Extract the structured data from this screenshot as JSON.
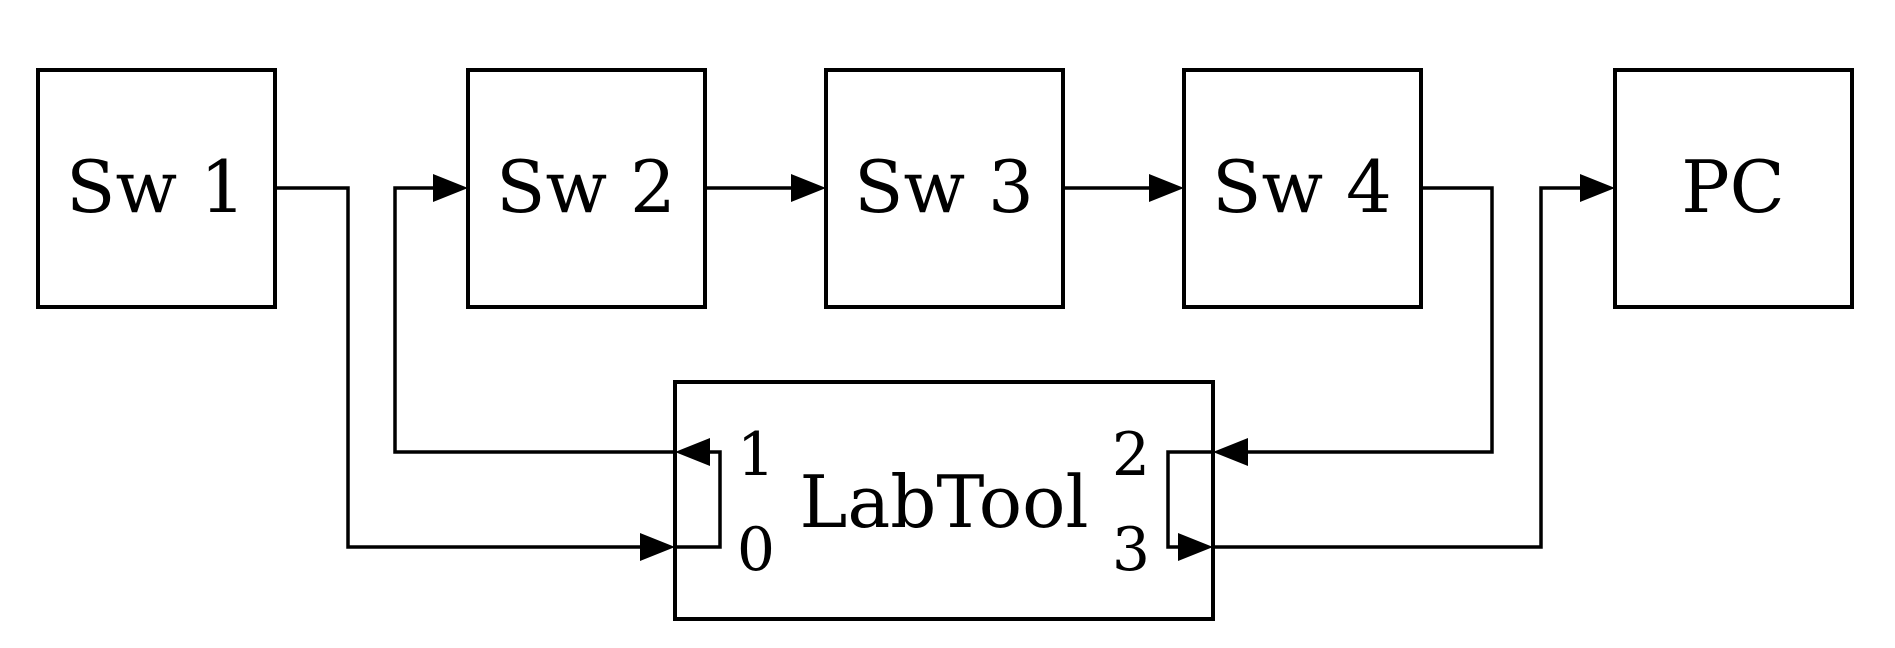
{
  "nodes": {
    "sw1": "Sw 1",
    "sw2": "Sw 2",
    "sw3": "Sw 3",
    "sw4": "Sw 4",
    "pc": "PC",
    "labtool": "LabTool"
  },
  "ports": {
    "p0": "0",
    "p1": "1",
    "p2": "2",
    "p3": "3"
  }
}
